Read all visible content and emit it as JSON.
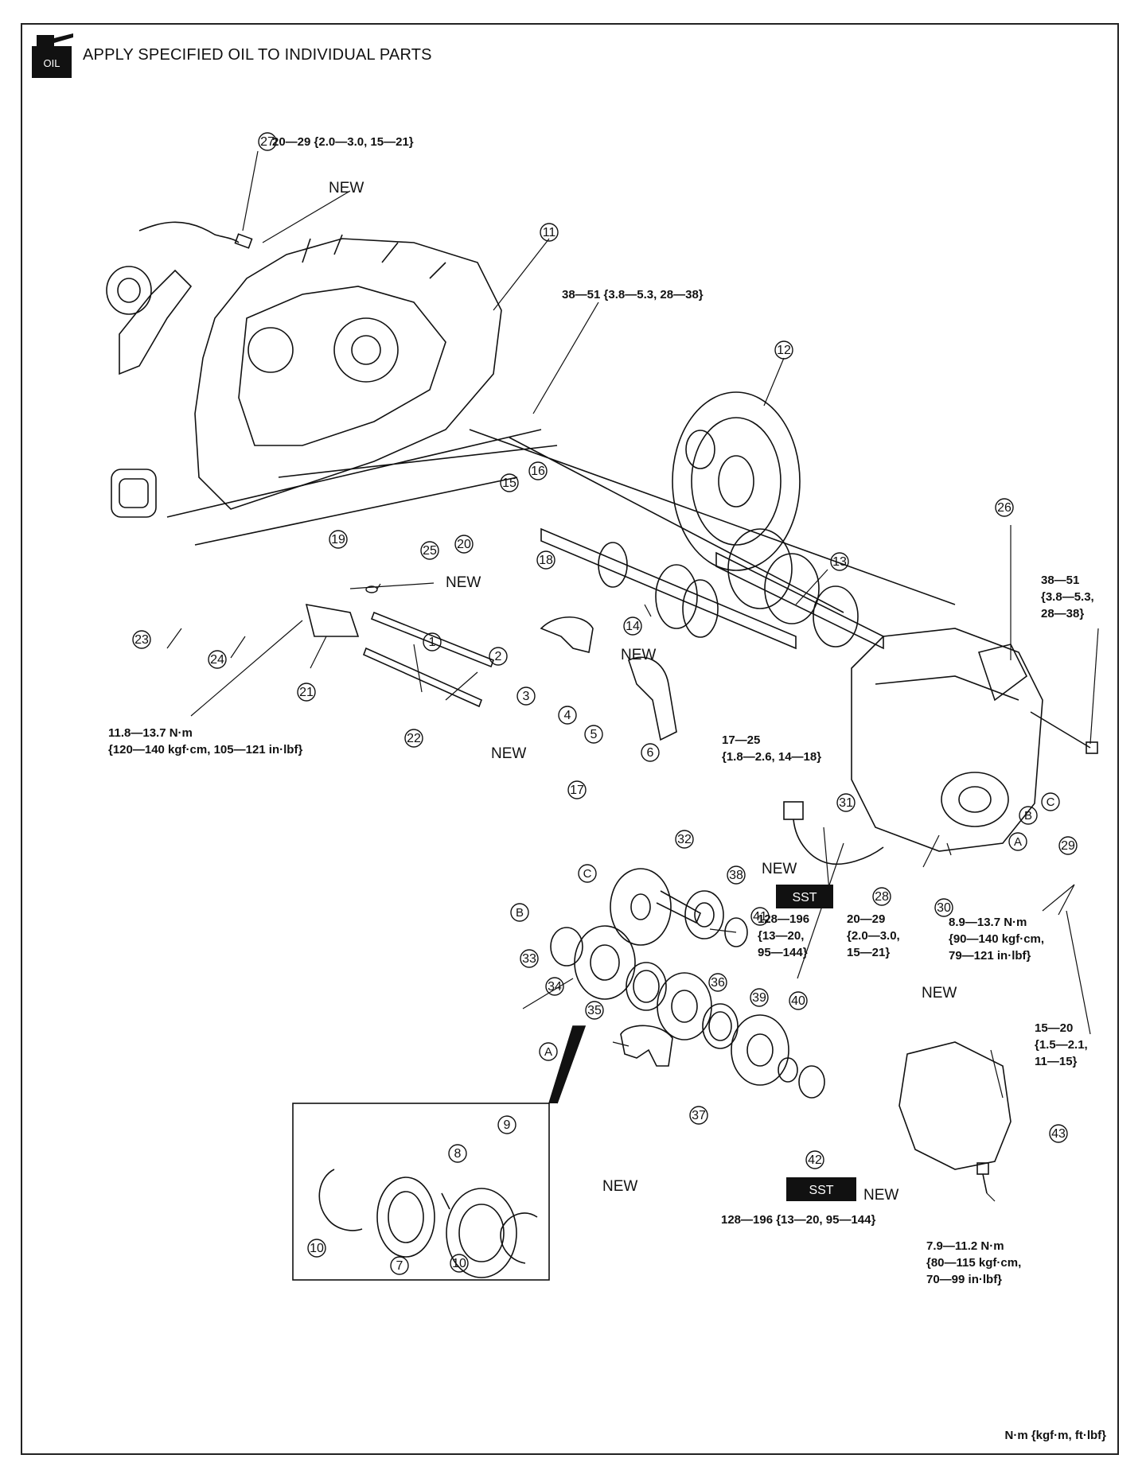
{
  "header": {
    "text": "APPLY SPECIFIED OIL TO INDIVIDUAL PARTS",
    "icon": "oil-can-icon",
    "icon_label": "OIL"
  },
  "torques": {
    "t27": "20—29 {2.0—3.0, 15—21}",
    "t12": "38—51 {3.8—5.3, 28—38}",
    "t26a": "38—51",
    "t26b": "{3.8—5.3,",
    "t26c": "28—38}",
    "t21a": "11.8—13.7 N·m",
    "t21b": "{120—140 kgf·cm, 105—121 in·lbf}",
    "t31a": "17—25",
    "t31b": "{1.8—2.6, 14—18}",
    "sst1a": "128—196",
    "sst1b": "{13—20,",
    "sst1c": "95—144}",
    "t28a": "20—29",
    "t28b": "{2.0—3.0,",
    "t28c": "15—21}",
    "t30a": "8.9—13.7 N·m",
    "t30b": "{90—140 kgf·cm,",
    "t30c": "79—121 in·lbf}",
    "t29a": "15—20",
    "t29b": "{1.5—2.1,",
    "t29c": "11—15}",
    "sst2": "128—196 {13—20, 95—144}",
    "t43a": "7.9—11.2 N·m",
    "t43b": "{80—115 kgf·cm,",
    "t43c": "70—99 in·lbf}"
  },
  "new_label": "NEW",
  "sst_label": "SST",
  "letters": {
    "a": "A",
    "b": "B",
    "c": "C"
  },
  "callouts": {
    "c1": "1",
    "c2": "2",
    "c3": "3",
    "c4": "4",
    "c5": "5",
    "c6": "6",
    "c7": "7",
    "c8": "8",
    "c9": "9",
    "c10": "10",
    "c11": "11",
    "c12": "12",
    "c13": "13",
    "c14": "14",
    "c15": "15",
    "c16": "16",
    "c17": "17",
    "c18": "18",
    "c19": "19",
    "c20": "20",
    "c21": "21",
    "c22": "22",
    "c23": "23",
    "c24": "24",
    "c25": "25",
    "c26": "26",
    "c27": "27",
    "c28": "28",
    "c29": "29",
    "c30": "30",
    "c31": "31",
    "c32": "32",
    "c33": "33",
    "c34": "34",
    "c35": "35",
    "c36": "36",
    "c37": "37",
    "c38": "38",
    "c39": "39",
    "c40": "40",
    "c41": "41",
    "c42": "42",
    "c43": "43"
  },
  "units": "N·m {kgf·m, ft·lbf}"
}
